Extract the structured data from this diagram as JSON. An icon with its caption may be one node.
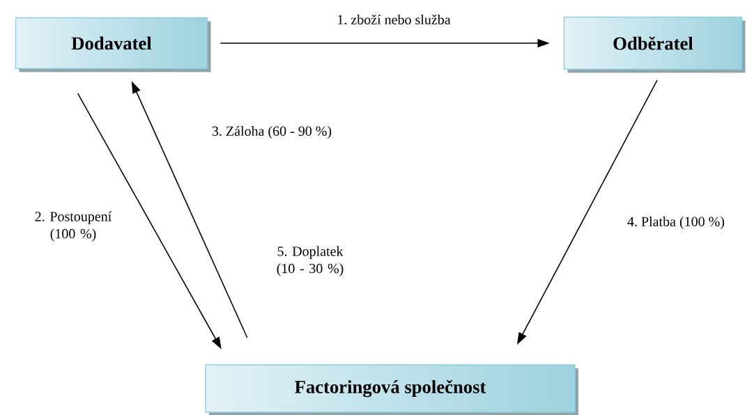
{
  "diagram": {
    "nodes": [
      {
        "text": [
          "Dodavatel"
        ]
      },
      {
        "text": [
          "Odběratel"
        ]
      },
      {
        "text": [
          "Factoringová společnost"
        ]
      }
    ],
    "edges": [
      {
        "from": 0,
        "to": 1,
        "arrow": "to",
        "label": "1. zboží nebo služba"
      },
      {
        "from": 0,
        "to": 2,
        "arrow": "to",
        "label": "2. Postoupení (100 %)"
      },
      {
        "from": 2,
        "to": 0,
        "arrow": "to",
        "label": "3. Záloha (60 - 90 %)"
      },
      {
        "from": 1,
        "to": 2,
        "arrow": "to",
        "label": "4. Platba (100 %)"
      }
    ],
    "labels": [
      "5. Doplatek (10 - 30 %)"
    ]
  }
}
